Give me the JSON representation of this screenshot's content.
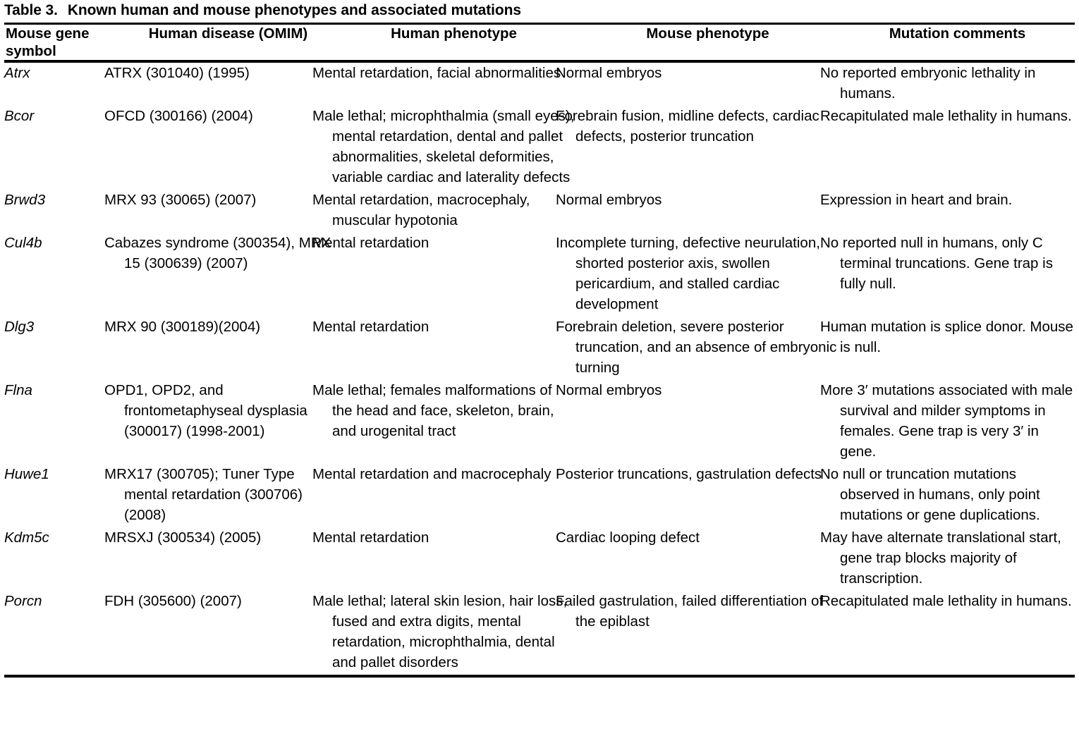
{
  "caption": {
    "label": "Table 3.",
    "text": "Known human and mouse phenotypes and associated mutations"
  },
  "columns": [
    "Mouse gene\nsymbol",
    "Human disease (OMIM)",
    "Human phenotype",
    "Mouse phenotype",
    "Mutation comments"
  ],
  "column_labels": {
    "gene_line1": "Mouse gene",
    "gene_line2": "symbol",
    "human_disease": "Human disease (OMIM)",
    "human_phenotype": "Human phenotype",
    "mouse_phenotype": "Mouse phenotype",
    "mutation_comments": "Mutation comments"
  },
  "rows": [
    {
      "gene": "Atrx",
      "human_disease": "ATRX (301040) (1995)",
      "human_phenotype": "Mental retardation, facial abnormalities",
      "mouse_phenotype": "Normal embryos",
      "mutation_comments": "No reported embryonic lethality in humans."
    },
    {
      "gene": "Bcor",
      "human_disease": "OFCD (300166) (2004)",
      "human_phenotype": "Male lethal; microphthalmia (small eyes), mental retardation, dental and pallet abnormalities, skeletal deformities, variable cardiac and laterality defects",
      "mouse_phenotype": "Forebrain fusion, midline defects, cardiac defects, posterior truncation",
      "mutation_comments": "Recapitulated male lethality in humans."
    },
    {
      "gene": "Brwd3",
      "human_disease": "MRX 93 (30065) (2007)",
      "human_phenotype": "Mental retardation, macrocephaly, muscular hypotonia",
      "mouse_phenotype": "Normal embryos",
      "mutation_comments": "Expression in heart and brain."
    },
    {
      "gene": "Cul4b",
      "human_disease": "Cabazes syndrome (300354), MRX 15 (300639) (2007)",
      "human_phenotype": "Mental retardation",
      "mouse_phenotype": "Incomplete turning, defective neurulation, shorted posterior axis, swollen pericardium, and stalled cardiac development",
      "mutation_comments": "No reported null in humans, only C terminal truncations. Gene trap is fully null."
    },
    {
      "gene": "Dlg3",
      "human_disease": "MRX 90 (300189)(2004)",
      "human_phenotype": "Mental retardation",
      "mouse_phenotype": "Forebrain deletion, severe posterior truncation, and an absence of embryonic turning",
      "mutation_comments": "Human mutation is splice donor. Mouse is null."
    },
    {
      "gene": "Flna",
      "human_disease": "OPD1, OPD2, and frontometaphyseal dysplasia (300017) (1998-2001)",
      "human_phenotype": "Male lethal; females malformations of the head and face, skeleton, brain, and urogenital tract",
      "mouse_phenotype": "Normal embryos",
      "mutation_comments": "More 3′ mutations associated with male survival and milder symptoms in females. Gene trap is very 3′ in gene."
    },
    {
      "gene": "Huwe1",
      "human_disease": "MRX17 (300705); Tuner Type mental retardation (300706) (2008)",
      "human_phenotype": "Mental retardation and macrocephaly",
      "mouse_phenotype": "Posterior truncations, gastrulation defects",
      "mutation_comments": "No null or truncation mutations observed in humans, only point mutations or gene duplications."
    },
    {
      "gene": "Kdm5c",
      "human_disease": "MRSXJ (300534) (2005)",
      "human_phenotype": "Mental retardation",
      "mouse_phenotype": "Cardiac looping defect",
      "mutation_comments": "May have alternate translational start, gene trap blocks majority of transcription."
    },
    {
      "gene": "Porcn",
      "human_disease": "FDH (305600) (2007)",
      "human_phenotype": "Male lethal; lateral skin lesion, hair loss, fused and extra digits, mental retardation, microphthalmia, dental and pallet disorders",
      "mouse_phenotype": "Failed gastrulation, failed differentiation of the epiblast",
      "mutation_comments": "Recapitulated male lethality in humans."
    }
  ]
}
